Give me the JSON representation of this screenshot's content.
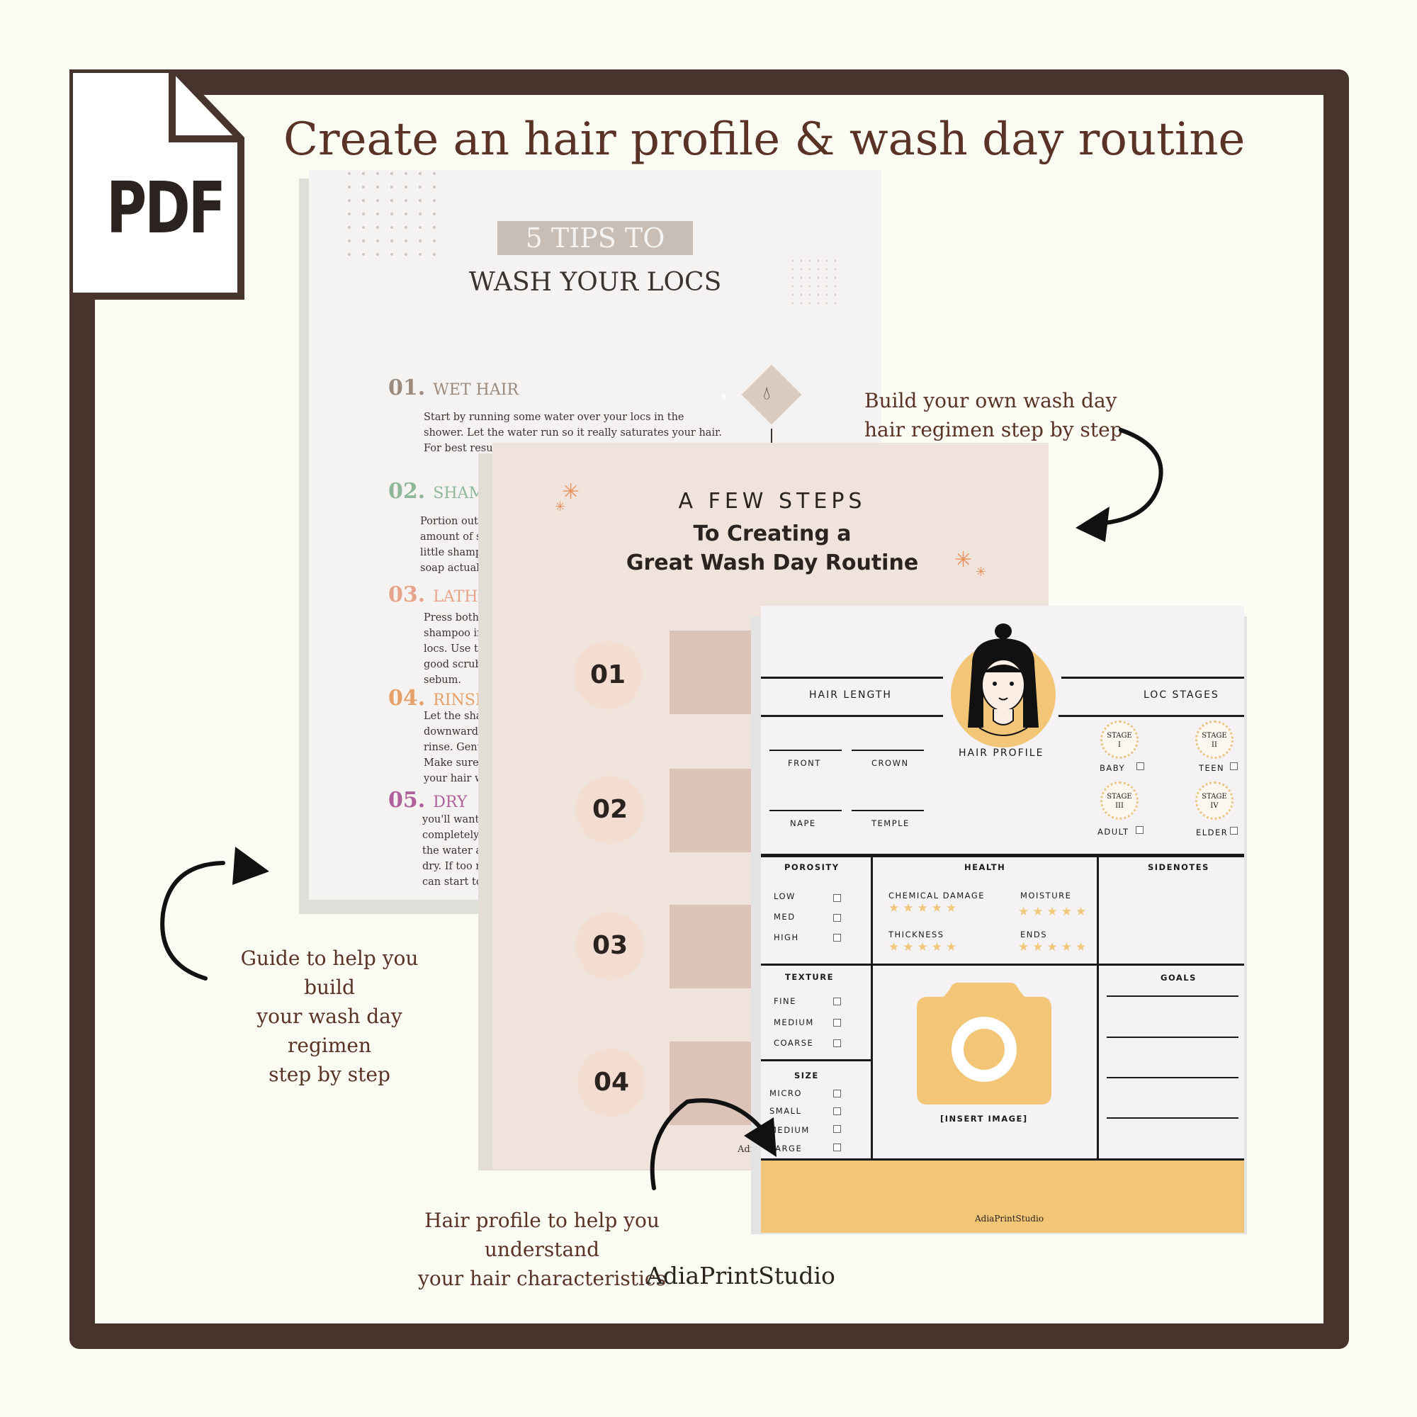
{
  "pdf_label": "PDF",
  "main_title": "Create an hair profile & wash day routine",
  "callouts": {
    "top_right": [
      "Build your own wash day",
      "hair regimen step by step"
    ],
    "left": [
      "Guide to help you build",
      "your wash day regimen",
      "step by step"
    ],
    "bottom": [
      "Hair profile to help you understand",
      "your hair characteristics"
    ]
  },
  "brand": "AdiaPrintStudio",
  "tips_page": {
    "badge": "5 TIPS TO",
    "subtitle": "WASH YOUR LOCS",
    "tips": [
      {
        "num": "01.",
        "title": "WET HAIR",
        "color": "#9b8a7e",
        "body": [
          "Start by running some water over your locs in the",
          "shower. Let the water run so it really saturates your hair.",
          "For best resul"
        ]
      },
      {
        "num": "02.",
        "title": "SHAMPO",
        "color": "#8fb89a",
        "body": [
          "Portion out a s",
          "amount of sha",
          "little shampoo",
          "soap actually g"
        ]
      },
      {
        "num": "03.",
        "title": "LATHER",
        "color": "#e8a48a",
        "body": [
          "Press both ha",
          "shampoo into",
          "locs. Use the t",
          "good scrub to",
          "sebum."
        ]
      },
      {
        "num": "04.",
        "title": "RINSE",
        "color": "#e6a068",
        "body": [
          "Let the shamp",
          "downward so",
          "rinse. Gently s",
          "Make sure tha",
          "your hair whe"
        ]
      },
      {
        "num": "05.",
        "title": "DRY",
        "color": "#b0609a",
        "body": [
          "you'll want to",
          "completely. So",
          "the water abso",
          "dry. If too mu",
          "can start to co"
        ]
      }
    ]
  },
  "steps_page": {
    "heading_1": "A FEW STEPS",
    "heading_2": "To Creating a",
    "heading_3": "Great Wash Day Routine",
    "steps": [
      "01",
      "02",
      "03",
      "04"
    ],
    "footer_partial": "Adia"
  },
  "profile_page": {
    "hair_length": "HAIR LENGTH",
    "loc_stages": "LOC STAGES",
    "hair_profile": "HAIR PROFILE",
    "length_fields": [
      "FRONT",
      "CROWN",
      "NAPE",
      "TEMPLE"
    ],
    "stages": [
      {
        "label": "STAGE",
        "roman": "I",
        "name": "BABY"
      },
      {
        "label": "STAGE",
        "roman": "II",
        "name": "TEEN"
      },
      {
        "label": "STAGE",
        "roman": "III",
        "name": "ADULT"
      },
      {
        "label": "STAGE",
        "roman": "IV",
        "name": "ELDER"
      }
    ],
    "porosity": {
      "title": "POROSITY",
      "options": [
        "LOW",
        "MED",
        "HIGH"
      ]
    },
    "health": {
      "title": "HEALTH",
      "metrics": [
        "CHEMICAL DAMAGE",
        "MOISTURE",
        "THICKNESS",
        "ENDS"
      ]
    },
    "sidenotes": "SIDENOTES",
    "texture": {
      "title": "TEXTURE",
      "options": [
        "FINE",
        "MEDIUM",
        "COARSE"
      ]
    },
    "size": {
      "title": "SIZE",
      "options": [
        "MICRO",
        "SMALL",
        "MEDIUM",
        "LARGE"
      ]
    },
    "insert_image": "[INSERT IMAGE]",
    "goals": "GOALS",
    "footer_brand": "AdiaPrintStudio"
  },
  "colors": {
    "frame": "#47352d",
    "accent_yellow": "#f2c577",
    "title": "#5a3226"
  }
}
